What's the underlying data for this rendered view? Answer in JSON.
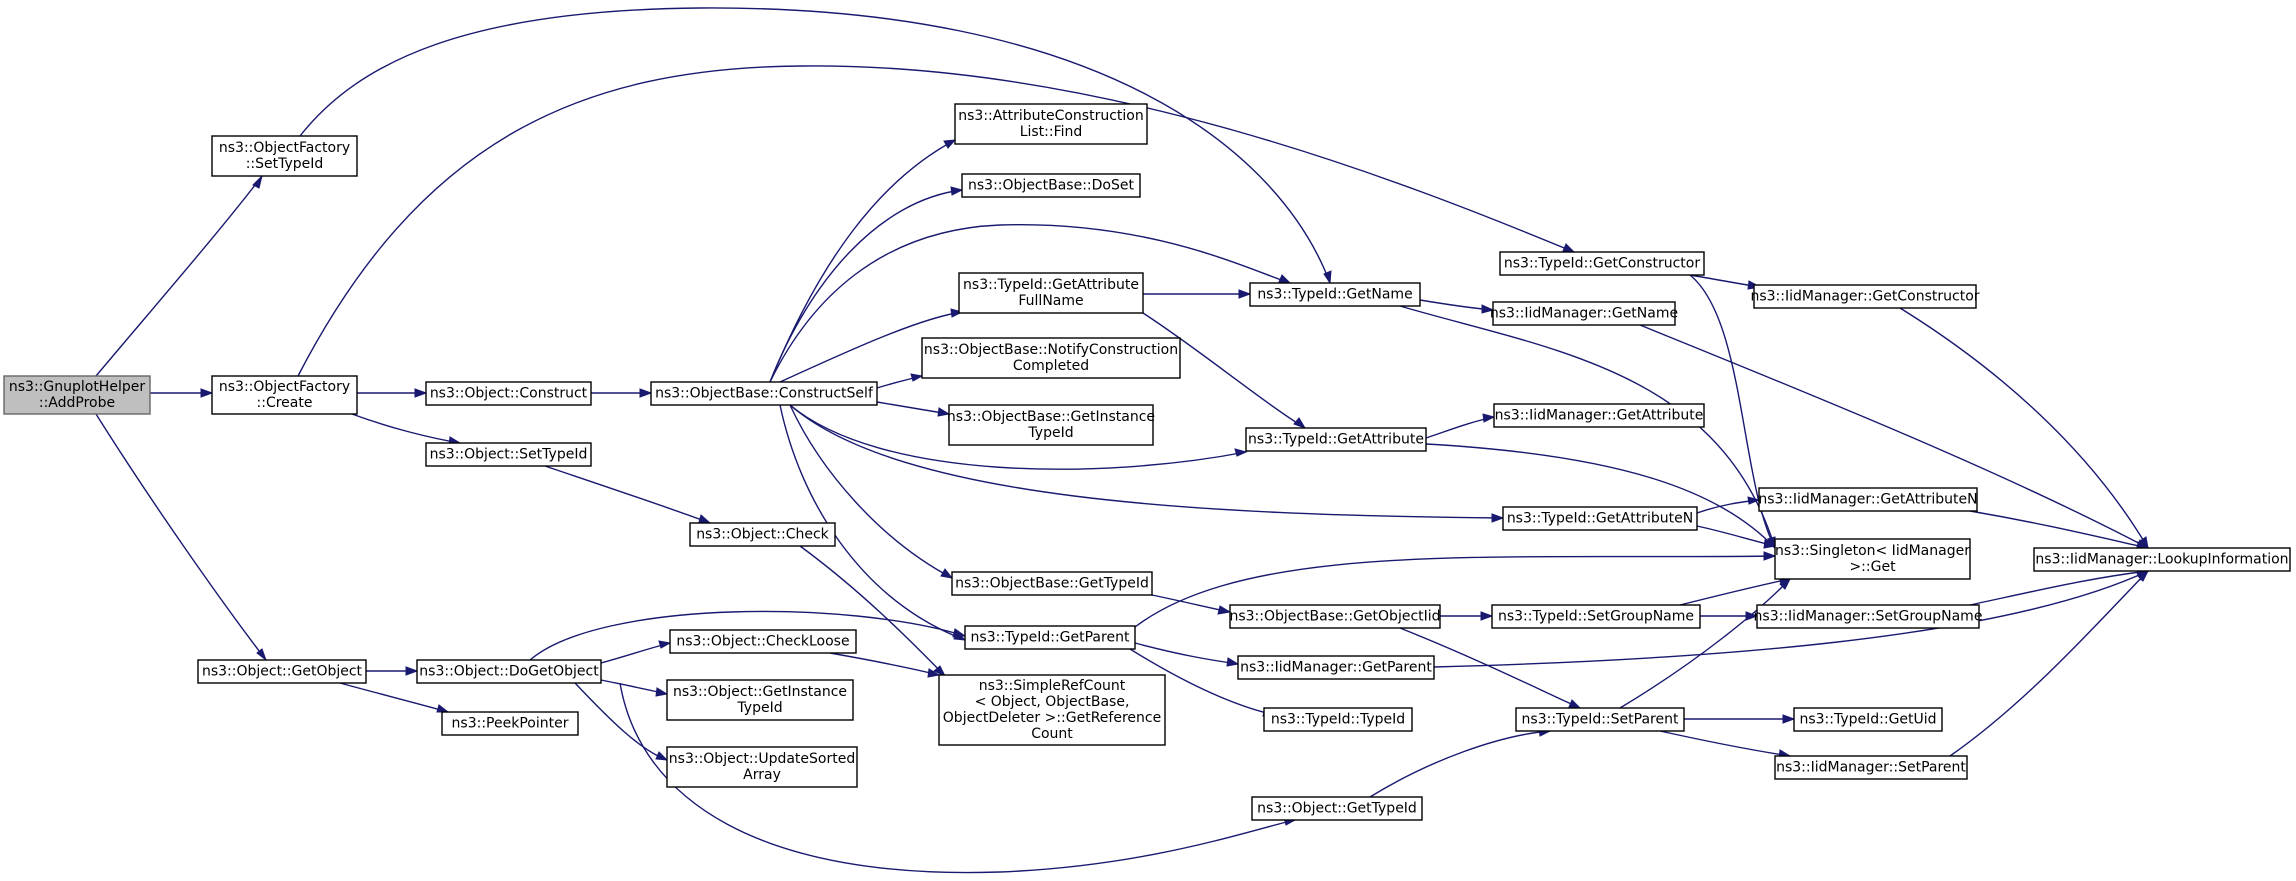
{
  "graph": {
    "edge_color": "#191970",
    "root_fill": "#bfbfbf",
    "nodes": [
      {
        "id": "gh_addprobe",
        "lines": [
          "ns3::GnuplotHelper",
          "::AddProbe"
        ],
        "root": true
      },
      {
        "id": "of_settypeid",
        "lines": [
          "ns3::ObjectFactory",
          "::SetTypeId"
        ]
      },
      {
        "id": "of_create",
        "lines": [
          "ns3::ObjectFactory",
          "::Create"
        ]
      },
      {
        "id": "o_getobject",
        "lines": [
          "ns3::Object::GetObject"
        ]
      },
      {
        "id": "o_construct",
        "lines": [
          "ns3::Object::Construct"
        ]
      },
      {
        "id": "o_settypeid",
        "lines": [
          "ns3::Object::SetTypeId"
        ]
      },
      {
        "id": "o_check",
        "lines": [
          "ns3::Object::Check"
        ]
      },
      {
        "id": "o_dogetobject",
        "lines": [
          "ns3::Object::DoGetObject"
        ]
      },
      {
        "id": "peekpointer",
        "lines": [
          "ns3::PeekPointer"
        ]
      },
      {
        "id": "ob_constructself",
        "lines": [
          "ns3::ObjectBase::ConstructSelf"
        ]
      },
      {
        "id": "acl_find",
        "lines": [
          "ns3::AttributeConstruction",
          "List::Find"
        ]
      },
      {
        "id": "ob_doset",
        "lines": [
          "ns3::ObjectBase::DoSet"
        ]
      },
      {
        "id": "t_getattrfullname",
        "lines": [
          "ns3::TypeId::GetAttribute",
          "FullName"
        ]
      },
      {
        "id": "ob_notify",
        "lines": [
          "ns3::ObjectBase::NotifyConstruction",
          "Completed"
        ]
      },
      {
        "id": "ob_getinstancetypeid",
        "lines": [
          "ns3::ObjectBase::GetInstance",
          "TypeId"
        ]
      },
      {
        "id": "ob_gettypeid",
        "lines": [
          "ns3::ObjectBase::GetTypeId"
        ]
      },
      {
        "id": "t_getparent",
        "lines": [
          "ns3::TypeId::GetParent"
        ]
      },
      {
        "id": "o_checkloose",
        "lines": [
          "ns3::Object::CheckLoose"
        ]
      },
      {
        "id": "o_getinstancetypeid",
        "lines": [
          "ns3::Object::GetInstance",
          "TypeId"
        ]
      },
      {
        "id": "o_updatesorted",
        "lines": [
          "ns3::Object::UpdateSorted",
          "Array"
        ]
      },
      {
        "id": "src_getrefcount",
        "lines": [
          "ns3::SimpleRefCount",
          "< Object, ObjectBase,",
          "ObjectDeleter >::GetReference",
          "Count"
        ]
      },
      {
        "id": "t_getname",
        "lines": [
          "ns3::TypeId::GetName"
        ]
      },
      {
        "id": "t_getattribute",
        "lines": [
          "ns3::TypeId::GetAttribute"
        ]
      },
      {
        "id": "ob_getobjectiid",
        "lines": [
          "ns3::ObjectBase::GetObjectIid"
        ]
      },
      {
        "id": "iid_getparent",
        "lines": [
          "ns3::IidManager::GetParent"
        ]
      },
      {
        "id": "t_typeid",
        "lines": [
          "ns3::TypeId::TypeId"
        ]
      },
      {
        "id": "o_gettypeid",
        "lines": [
          "ns3::Object::GetTypeId"
        ]
      },
      {
        "id": "t_getconstructor",
        "lines": [
          "ns3::TypeId::GetConstructor"
        ]
      },
      {
        "id": "iid_getname",
        "lines": [
          "ns3::IidManager::GetName"
        ]
      },
      {
        "id": "iid_getattribute",
        "lines": [
          "ns3::IidManager::GetAttribute"
        ]
      },
      {
        "id": "t_getattributen",
        "lines": [
          "ns3::TypeId::GetAttributeN"
        ]
      },
      {
        "id": "t_setgroupname",
        "lines": [
          "ns3::TypeId::SetGroupName"
        ]
      },
      {
        "id": "t_setparent",
        "lines": [
          "ns3::TypeId::SetParent"
        ]
      },
      {
        "id": "iid_getconstructor",
        "lines": [
          "ns3::IidManager::GetConstructor"
        ]
      },
      {
        "id": "iid_getattributen",
        "lines": [
          "ns3::IidManager::GetAttributeN"
        ]
      },
      {
        "id": "singleton_get",
        "lines": [
          "ns3::Singleton< IidManager",
          ">::Get"
        ]
      },
      {
        "id": "iid_setgroupname",
        "lines": [
          "ns3::IidManager::SetGroupName"
        ]
      },
      {
        "id": "t_getuid",
        "lines": [
          "ns3::TypeId::GetUid"
        ]
      },
      {
        "id": "iid_setparent",
        "lines": [
          "ns3::IidManager::SetParent"
        ]
      },
      {
        "id": "iid_lookup",
        "lines": [
          "ns3::IidManager::LookupInformation"
        ]
      }
    ]
  }
}
